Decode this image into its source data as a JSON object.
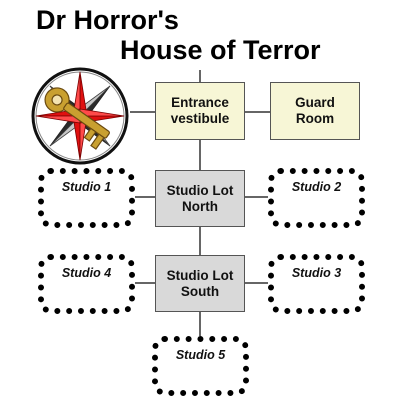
{
  "title": {
    "line1": "Dr Horror's",
    "line2": "House of Terror"
  },
  "rooms": {
    "entrance": "Entrance\nvestibule",
    "guard": "Guard\nRoom",
    "studio_north": "Studio Lot\nNorth",
    "studio_south": "Studio Lot\nSouth"
  },
  "studios": {
    "s1": "Studio 1",
    "s2": "Studio 2",
    "s3": "Studio 3",
    "s4": "Studio 4",
    "s5": "Studio 5"
  },
  "logo": {
    "icon": "compass-rose-key-icon"
  },
  "colors": {
    "room_fill_cream": "#f7f6d6",
    "room_fill_grey": "#d9d9d9",
    "compass_red": "#e01010",
    "key_gold": "#c9a030"
  }
}
